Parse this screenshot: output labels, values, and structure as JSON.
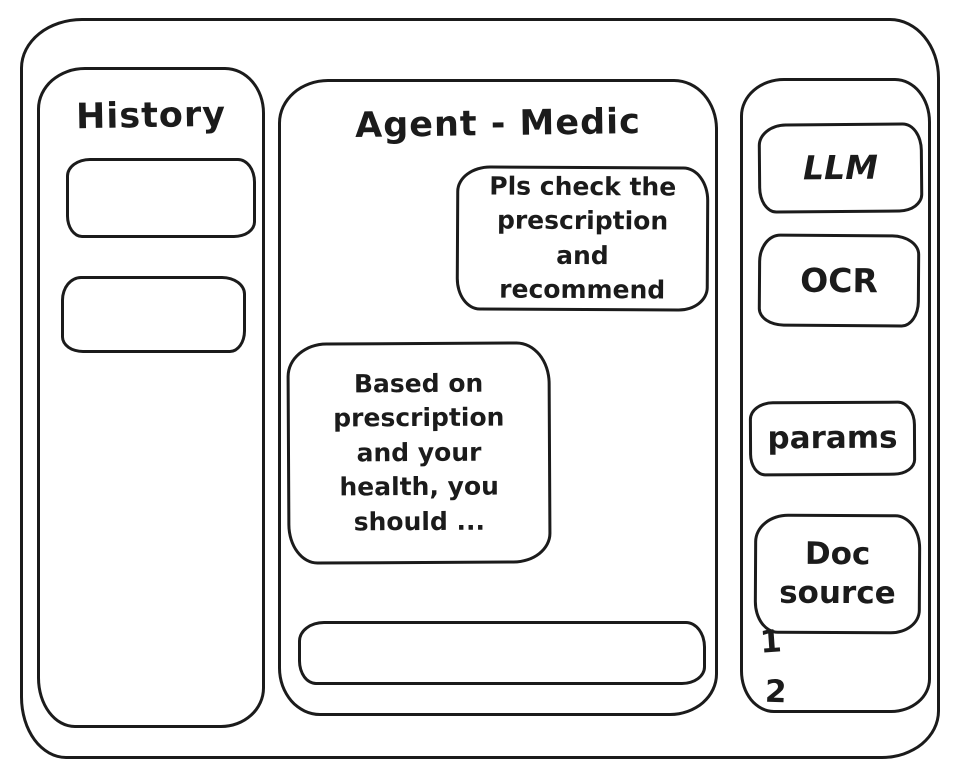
{
  "colors": {
    "stroke": "#1b1b1b",
    "background": "#ffffff"
  },
  "sidebar_left": {
    "title": "History",
    "items": [
      {
        "label": ""
      },
      {
        "label": ""
      }
    ]
  },
  "chat": {
    "title": "Agent - Medic",
    "messages": [
      {
        "role": "user",
        "text": "Pls check the\nprescription\nand recommend"
      },
      {
        "role": "agent",
        "text": "Based on\nprescription\nand your\nhealth, you\nshould ..."
      }
    ],
    "input": {
      "value": ""
    }
  },
  "sidebar_right": {
    "buttons": [
      {
        "label": "LLM"
      },
      {
        "label": "OCR"
      },
      {
        "label": "params"
      },
      {
        "label": "Doc source"
      }
    ],
    "doc_source_items": [
      "1",
      "2"
    ]
  }
}
